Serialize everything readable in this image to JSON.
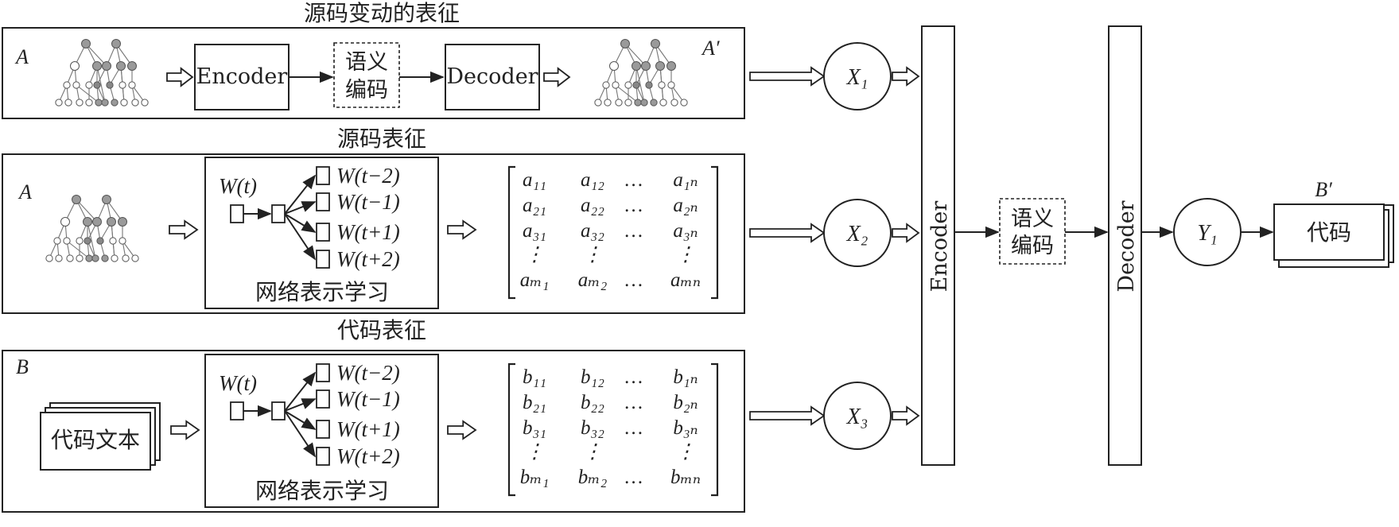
{
  "panels": {
    "top": {
      "title": "源码变动的表征",
      "label_left": "A",
      "label_right": "A′",
      "encoder": "Encoder",
      "semantic_line1": "语义",
      "semantic_line2": "编码",
      "decoder": "Decoder"
    },
    "middle": {
      "title": "源码表征",
      "label_left": "A",
      "context": {
        "input": "W(t)",
        "outputs": [
          "W(t−2)",
          "W(t−1)",
          "W(t+1)",
          "W(t+2)"
        ],
        "caption": "网络表示学习"
      },
      "matrix": {
        "rows": [
          [
            "a₁₁",
            "a₁₂",
            "…",
            "a₁ₙ"
          ],
          [
            "a₂₁",
            "a₂₂",
            "…",
            "a₂ₙ"
          ],
          [
            "a₃₁",
            "a₃₂",
            "…",
            "a₃ₙ"
          ],
          [
            "⋮",
            "⋮",
            "",
            "⋮"
          ],
          [
            "aₘ₁",
            "aₘ₂",
            "…",
            "aₘₙ"
          ]
        ]
      }
    },
    "bottom": {
      "title": "代码表征",
      "label_left": "B",
      "code_text": "代码文本",
      "context": {
        "input": "W(t)",
        "outputs": [
          "W(t−2)",
          "W(t−1)",
          "W(t+1)",
          "W(t+2)"
        ],
        "caption": "网络表示学习"
      },
      "matrix": {
        "rows": [
          [
            "b₁₁",
            "b₁₂",
            "…",
            "b₁ₙ"
          ],
          [
            "b₂₁",
            "b₂₂",
            "…",
            "b₂ₙ"
          ],
          [
            "b₃₁",
            "b₃₂",
            "…",
            "b₃ₙ"
          ],
          [
            "⋮",
            "⋮",
            "",
            "⋮"
          ],
          [
            "bₘ₁",
            "bₘ₂",
            "…",
            "bₘₙ"
          ]
        ]
      }
    }
  },
  "vectors": {
    "x1": "X₁",
    "x2": "X₂",
    "x3": "X₃",
    "y1": "Y₁"
  },
  "right": {
    "encoder": "Encoder",
    "semantic_line1": "语义",
    "semantic_line2": "编码",
    "decoder": "Decoder",
    "output_label": "B′",
    "output_doc": "代码"
  }
}
